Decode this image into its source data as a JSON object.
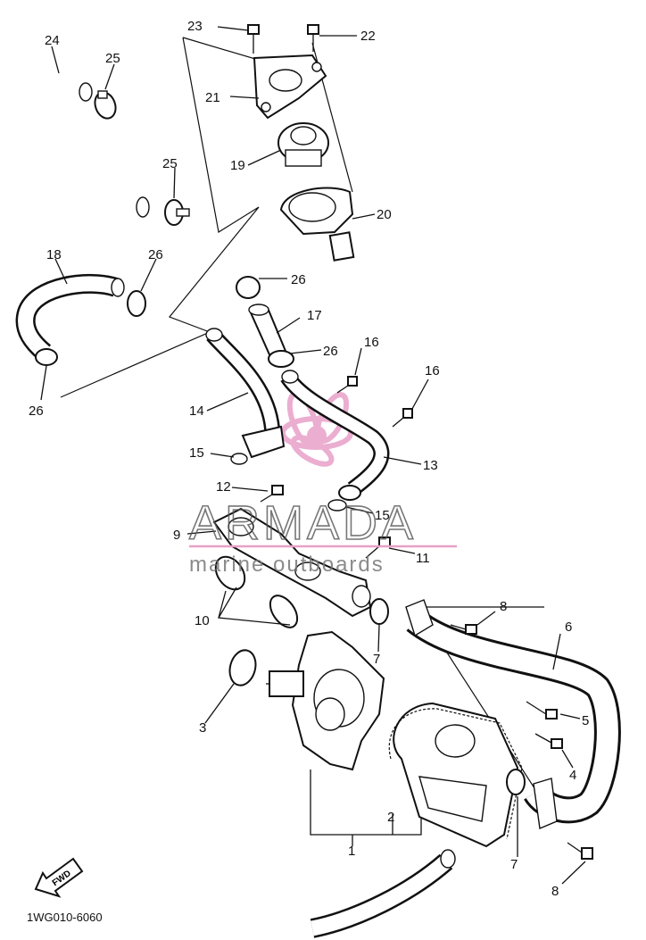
{
  "diagram": {
    "code": "1WG010-6060",
    "fwd_label": "FWD",
    "watermark": {
      "brand": "ARMADA",
      "sub": "marine outboards",
      "color": "#e8a0c8"
    },
    "callouts": [
      "1",
      "2",
      "3",
      "4",
      "5",
      "6",
      "7",
      "7",
      "8",
      "8",
      "9",
      "10",
      "11",
      "12",
      "13",
      "14",
      "15",
      "15",
      "16",
      "16",
      "17",
      "18",
      "19",
      "20",
      "21",
      "22",
      "23",
      "24",
      "25",
      "25",
      "26",
      "26",
      "26",
      "26"
    ]
  }
}
